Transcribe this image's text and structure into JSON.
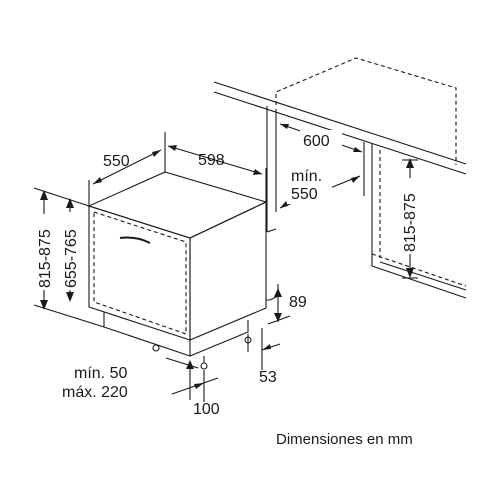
{
  "diagram": {
    "caption": "Dimensiones en mm",
    "labels": {
      "depth": "550",
      "width": "598",
      "niche_width": "600",
      "niche_min_word": "mín.",
      "niche_min_value": "550",
      "niche_height": "815-875",
      "overall_height": "815-875",
      "door_height": "655-765",
      "plinth_gap": "89",
      "side_offset": "53",
      "plinth_min": "mín. 50",
      "plinth_max": "máx. 220",
      "foot_depth": "100"
    }
  }
}
